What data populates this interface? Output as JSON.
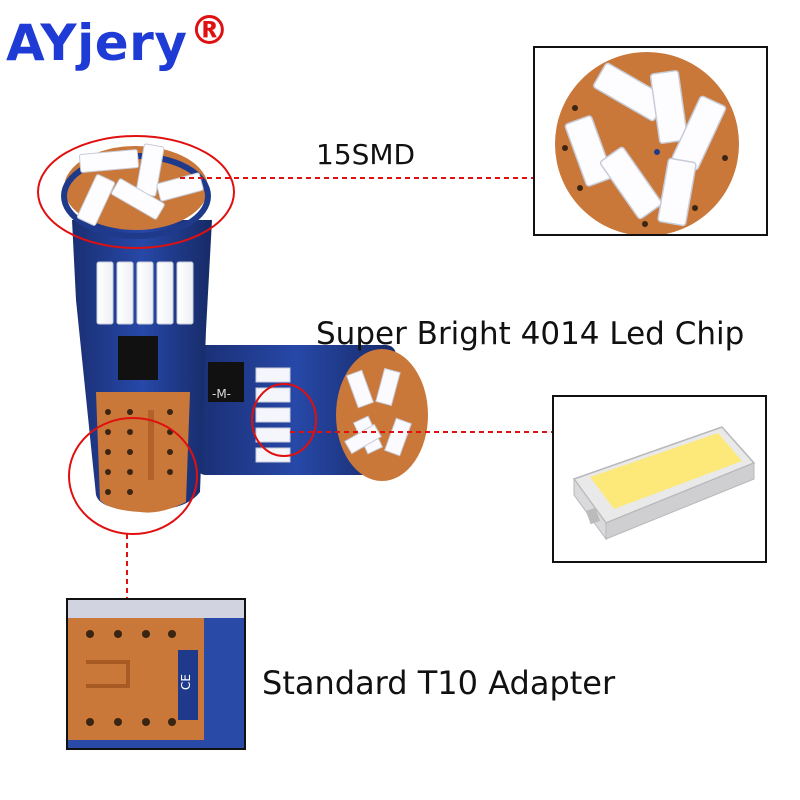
{
  "brand": {
    "name": "AYjery",
    "mark": "®"
  },
  "callouts": {
    "smd": "15SMD",
    "chip": "Super Bright 4014 Led Chip",
    "adapter": "Standard T10 Adapter"
  },
  "colors": {
    "brand": "#1f3bd6",
    "registered": "#e01010",
    "circle": "#e01010",
    "pcb": "#1f3a8a",
    "copper": "#c9783a",
    "led": "#fffbe0"
  }
}
